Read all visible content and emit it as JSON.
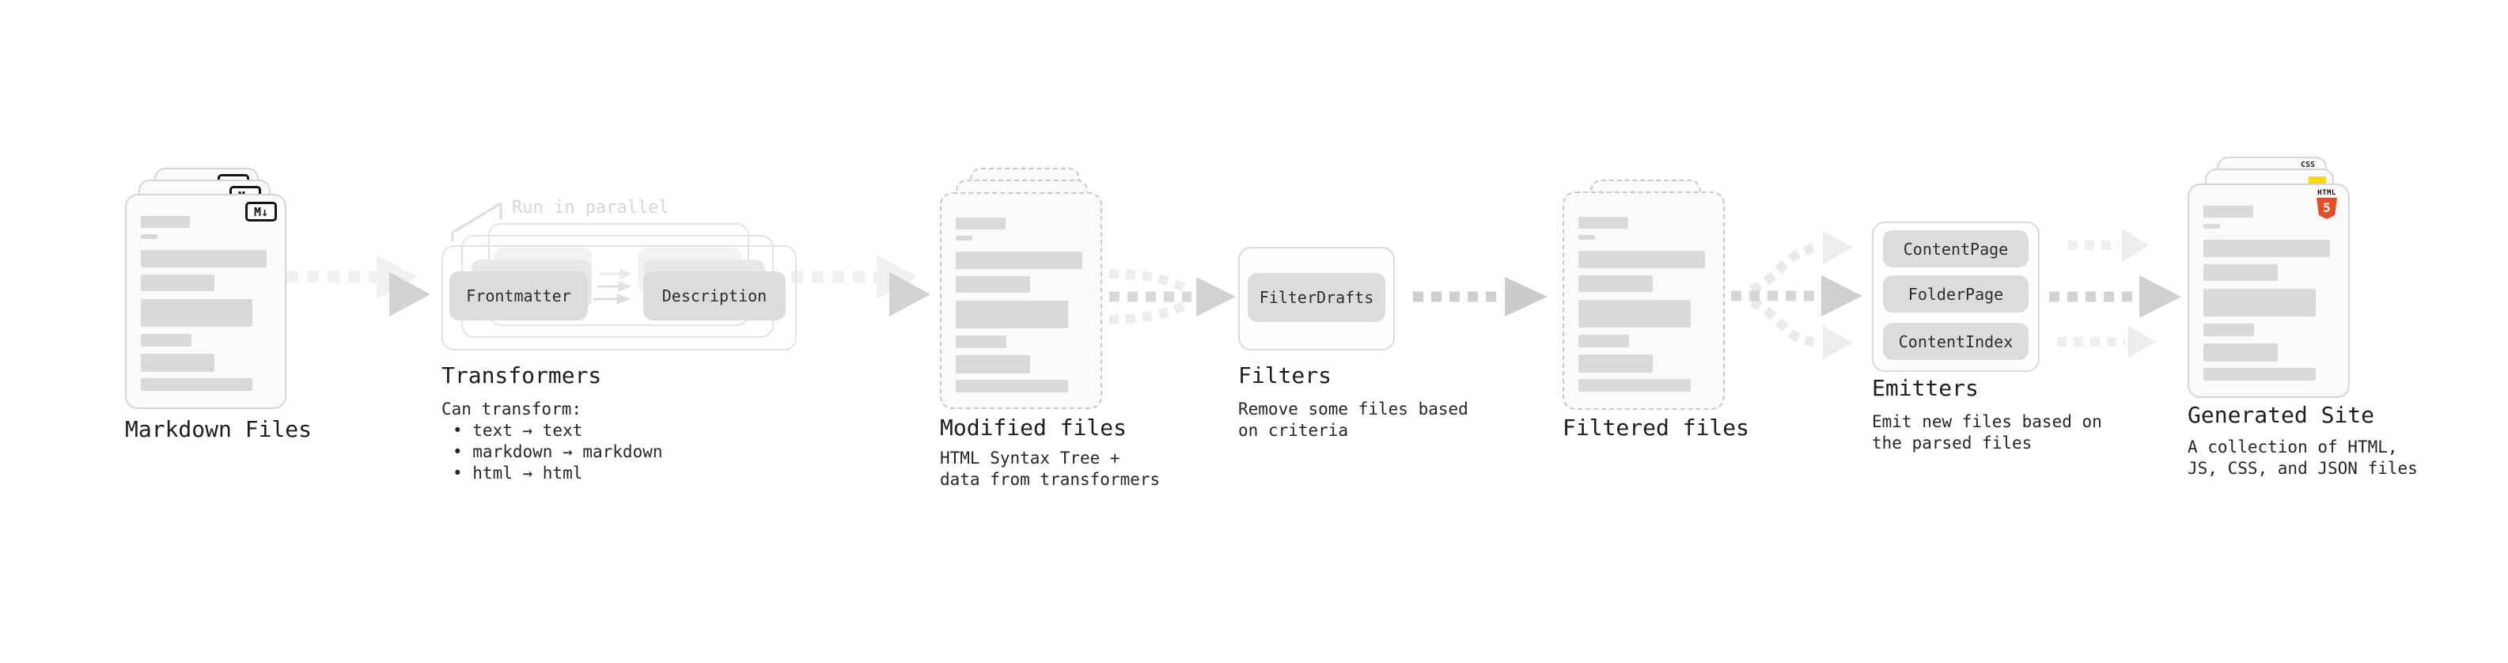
{
  "diagram": {
    "stages": {
      "markdown_files": {
        "title": "Markdown Files",
        "badge": "M↓"
      },
      "transformers": {
        "title": "Transformers",
        "annotation": "Run in parallel",
        "pills": {
          "frontmatter": "Frontmatter",
          "description": "Description"
        },
        "notes": {
          "heading": "Can transform:",
          "bullet1": "• text → text",
          "bullet2": "• markdown → markdown",
          "bullet3": "• html → html"
        }
      },
      "modified_files": {
        "title": "Modified files",
        "notes": {
          "line1": "HTML Syntax Tree +",
          "line2": "data from transformers"
        }
      },
      "filters": {
        "title": "Filters",
        "pill": "FilterDrafts",
        "notes": {
          "line1": "Remove some files based",
          "line2": "on criteria"
        }
      },
      "filtered_files": {
        "title": "Filtered files"
      },
      "emitters": {
        "title": "Emitters",
        "pills": {
          "content_page": "ContentPage",
          "folder_page": "FolderPage",
          "content_index": "ContentIndex"
        },
        "notes": {
          "line1": "Emit new files based on",
          "line2": "the parsed files"
        }
      },
      "generated_site": {
        "title": "Generated Site",
        "badges": {
          "css_label": "CSS",
          "html_label": "HTML",
          "html_number": "5"
        },
        "notes": {
          "line1": "A collection of HTML,",
          "line2": "JS, CSS, and JSON files"
        }
      }
    },
    "colors": {
      "html5_orange": "#e44d26",
      "js_yellow": "#ffd900",
      "css_blue": "#2e6de8",
      "markdown_badge_black": "#141414",
      "card_border": "#d6d6d6",
      "bar_gray": "#d9d9d9",
      "arrow_gray": "#d2d2d2",
      "annotation_gray": "#d6d6d6"
    },
    "doc_bars": [
      {
        "w": 38,
        "h": 15,
        "mt": 0
      },
      {
        "w": 13,
        "h": 6,
        "mt": 8
      },
      {
        "w": 97,
        "h": 22,
        "mt": 14
      },
      {
        "w": 57,
        "h": 21,
        "mt": 9
      },
      {
        "w": 86,
        "h": 35,
        "mt": 10
      },
      {
        "w": 39,
        "h": 16,
        "mt": 9
      },
      {
        "w": 57,
        "h": 23,
        "mt": 9
      },
      {
        "w": 86,
        "h": 16,
        "mt": 8
      }
    ]
  }
}
